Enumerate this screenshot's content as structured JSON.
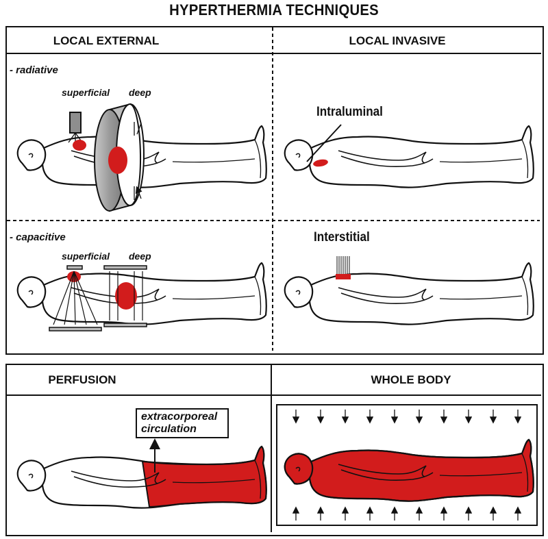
{
  "title": "HYPERTHERMIA TECHNIQUES",
  "top_panel": {
    "local_external": {
      "header": "LOCAL EXTERNAL",
      "radiative_label": "- radiative",
      "radiative_superficial": "superficial",
      "radiative_deep": "deep",
      "capacitive_label": "- capacitive",
      "capacitive_superficial": "superficial",
      "capacitive_deep": "deep"
    },
    "local_invasive": {
      "header": "LOCAL INVASIVE",
      "intraluminal": "Intraluminal",
      "interstitial": "Interstitial"
    }
  },
  "bottom_panel": {
    "perfusion": {
      "header": "PERFUSION",
      "extracorporeal_line1": "extracorporeal",
      "extracorporeal_line2": "circulation"
    },
    "whole_body": {
      "header": "WHOLE BODY"
    }
  },
  "colors": {
    "heat": "#d21c1c",
    "ring": "#9a9a9a",
    "line": "#111111"
  }
}
